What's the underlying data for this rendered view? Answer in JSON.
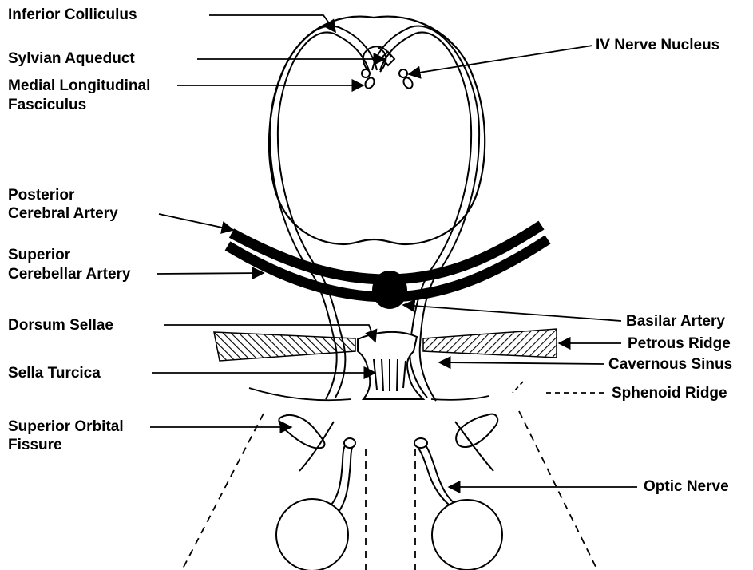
{
  "labels": {
    "inferior_colliculus": "Inferior Colliculus",
    "sylvian_aqueduct": "Sylvian Aqueduct",
    "medial_longitudinal_line1": "Medial Longitudinal",
    "medial_longitudinal_line2": "Fasciculus",
    "iv_nerve_nucleus": "IV Nerve Nucleus",
    "posterior_cerebral_line1": "Posterior",
    "posterior_cerebral_line2": "Cerebral Artery",
    "superior_cerebellar_line1": "Superior",
    "superior_cerebellar_line2": "Cerebellar Artery",
    "basilar_artery": "Basilar Artery",
    "dorsum_sellae": "Dorsum Sellae",
    "petrous_ridge": "Petrous Ridge",
    "sella_turcica": "Sella Turcica",
    "cavernous_sinus": "Cavernous Sinus",
    "sphenoid_ridge": "Sphenoid Ridge",
    "superior_orbital_line1": "Superior Orbital",
    "superior_orbital_line2": "Fissure",
    "optic_nerve": "Optic Nerve"
  },
  "colors": {
    "ink": "#000000",
    "background": "#ffffff"
  }
}
